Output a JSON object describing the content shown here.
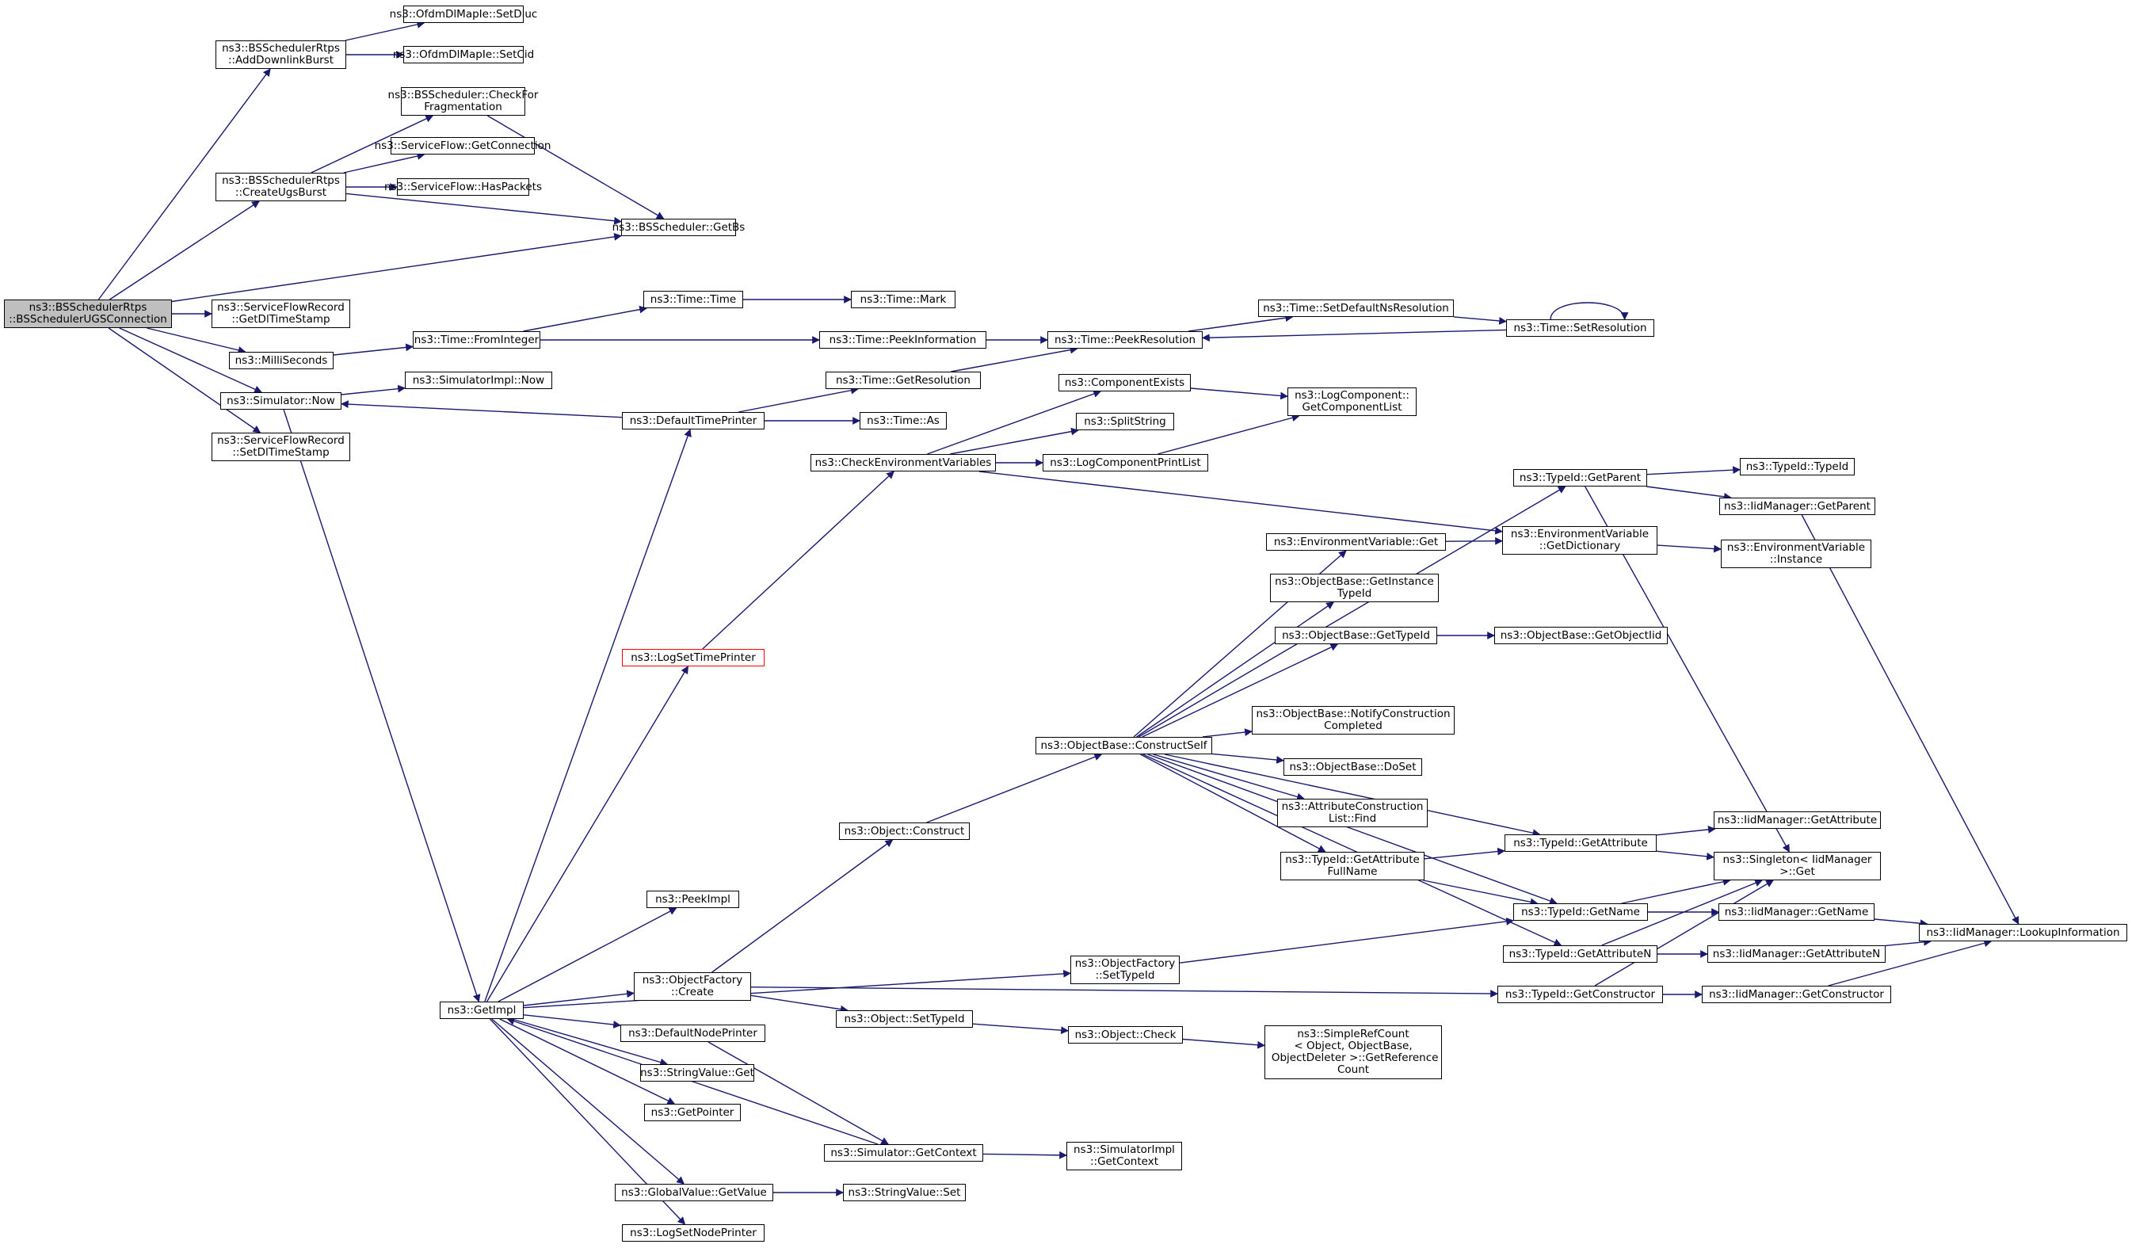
{
  "colors": {
    "edge": "#191970",
    "node_border": "#000000",
    "root_fill": "#bfbfbf",
    "highlight_border": "#ff0000"
  },
  "nodes": [
    {
      "id": "root",
      "label": "ns3::BSSchedulerRtps\n::BSSchedulerUGSConnection"
    },
    {
      "id": "add_dl",
      "label": "ns3::BSSchedulerRtps\n::AddDownlinkBurst"
    },
    {
      "id": "setdiuc",
      "label": "ns3::OfdmDlMapIe::SetDiuc"
    },
    {
      "id": "setcid",
      "label": "ns3::OfdmDlMapIe::SetCid"
    },
    {
      "id": "checkfrag",
      "label": "ns3::BSScheduler::CheckFor\nFragmentation"
    },
    {
      "id": "createugs",
      "label": "ns3::BSSchedulerRtps\n::CreateUgsBurst"
    },
    {
      "id": "getconn",
      "label": "ns3::ServiceFlow::GetConnection"
    },
    {
      "id": "haspackets",
      "label": "ns3::ServiceFlow::HasPackets"
    },
    {
      "id": "getbs",
      "label": "ns3::BSScheduler::GetBs"
    },
    {
      "id": "getdlts",
      "label": "ns3::ServiceFlowRecord\n::GetDlTimeStamp"
    },
    {
      "id": "millis",
      "label": "ns3::MilliSeconds"
    },
    {
      "id": "fromint",
      "label": "ns3::Time::FromInteger"
    },
    {
      "id": "timetime",
      "label": "ns3::Time::Time"
    },
    {
      "id": "timemark",
      "label": "ns3::Time::Mark"
    },
    {
      "id": "peekinfo",
      "label": "ns3::Time::PeekInformation"
    },
    {
      "id": "peekres",
      "label": "ns3::Time::PeekResolution"
    },
    {
      "id": "setdefres",
      "label": "ns3::Time::SetDefaultNsResolution"
    },
    {
      "id": "setres",
      "label": "ns3::Time::SetResolution"
    },
    {
      "id": "simnow",
      "label": "ns3::Simulator::Now"
    },
    {
      "id": "simimplnow",
      "label": "ns3::SimulatorImpl::Now"
    },
    {
      "id": "getres",
      "label": "ns3::Time::GetResolution"
    },
    {
      "id": "defprinter",
      "label": "ns3::DefaultTimePrinter"
    },
    {
      "id": "timeas",
      "label": "ns3::Time::As"
    },
    {
      "id": "setdlts",
      "label": "ns3::ServiceFlowRecord\n::SetDlTimeStamp"
    },
    {
      "id": "compexists",
      "label": "ns3::ComponentExists"
    },
    {
      "id": "getcomplist",
      "label": "ns3::LogComponent::\nGetComponentList"
    },
    {
      "id": "splitstr",
      "label": "ns3::SplitString"
    },
    {
      "id": "checkenv",
      "label": "ns3::CheckEnvironmentVariables"
    },
    {
      "id": "logcompprint",
      "label": "ns3::LogComponentPrintList"
    },
    {
      "id": "getparent",
      "label": "ns3::TypeId::GetParent"
    },
    {
      "id": "typeidctor",
      "label": "ns3::TypeId::TypeId"
    },
    {
      "id": "iidgetparent",
      "label": "ns3::IidManager::GetParent"
    },
    {
      "id": "envget",
      "label": "ns3::EnvironmentVariable::Get"
    },
    {
      "id": "getdict",
      "label": "ns3::EnvironmentVariable\n::GetDictionary"
    },
    {
      "id": "envinst",
      "label": "ns3::EnvironmentVariable\n::Instance"
    },
    {
      "id": "getinsttid",
      "label": "ns3::ObjectBase::GetInstance\nTypeId"
    },
    {
      "id": "gettid",
      "label": "ns3::ObjectBase::GetTypeId"
    },
    {
      "id": "getobjiid",
      "label": "ns3::ObjectBase::GetObjectIid"
    },
    {
      "id": "logsettime",
      "label": "ns3::LogSetTimePrinter"
    },
    {
      "id": "notifyctor",
      "label": "ns3::ObjectBase::NotifyConstruction\nCompleted"
    },
    {
      "id": "constructself",
      "label": "ns3::ObjectBase::ConstructSelf"
    },
    {
      "id": "doset",
      "label": "ns3::ObjectBase::DoSet"
    },
    {
      "id": "attrfind",
      "label": "ns3::AttributeConstruction\nList::Find"
    },
    {
      "id": "iidgetattr",
      "label": "ns3::IidManager::GetAttribute"
    },
    {
      "id": "getattr",
      "label": "ns3::TypeId::GetAttribute"
    },
    {
      "id": "objconstruct",
      "label": "ns3::Object::Construct"
    },
    {
      "id": "getattrfull",
      "label": "ns3::TypeId::GetAttribute\nFullName"
    },
    {
      "id": "singleton",
      "label": "ns3::Singleton< IidManager\n>::Get"
    },
    {
      "id": "peekimpl",
      "label": "ns3::PeekImpl"
    },
    {
      "id": "getname",
      "label": "ns3::TypeId::GetName"
    },
    {
      "id": "iidgetname",
      "label": "ns3::IidManager::GetName"
    },
    {
      "id": "lookupinfo",
      "label": "ns3::IidManager::LookupInformation"
    },
    {
      "id": "objfactsettid",
      "label": "ns3::ObjectFactory\n::SetTypeId"
    },
    {
      "id": "getattrn",
      "label": "ns3::TypeId::GetAttributeN"
    },
    {
      "id": "iidgetattrn",
      "label": "ns3::IidManager::GetAttributeN"
    },
    {
      "id": "getimpl",
      "label": "ns3::GetImpl"
    },
    {
      "id": "objfactcreate",
      "label": "ns3::ObjectFactory\n::Create"
    },
    {
      "id": "getctor",
      "label": "ns3::TypeId::GetConstructor"
    },
    {
      "id": "iidgetctor",
      "label": "ns3::IidManager::GetConstructor"
    },
    {
      "id": "objsettid",
      "label": "ns3::Object::SetTypeId"
    },
    {
      "id": "defnodeprinter",
      "label": "ns3::DefaultNodePrinter"
    },
    {
      "id": "objcheck",
      "label": "ns3::Object::Check"
    },
    {
      "id": "simplerefcount",
      "label": "ns3::SimpleRefCount\n< Object, ObjectBase,\n ObjectDeleter >::GetReference\nCount"
    },
    {
      "id": "strvalget",
      "label": "ns3::StringValue::Get"
    },
    {
      "id": "getpointer",
      "label": "ns3::GetPointer"
    },
    {
      "id": "simgetctx",
      "label": "ns3::Simulator::GetContext"
    },
    {
      "id": "simimplgetctx",
      "label": "ns3::SimulatorImpl\n::GetContext"
    },
    {
      "id": "gvgetvalue",
      "label": "ns3::GlobalValue::GetValue"
    },
    {
      "id": "strvalset",
      "label": "ns3::StringValue::Set"
    },
    {
      "id": "logsetnode",
      "label": "ns3::LogSetNodePrinter"
    }
  ]
}
